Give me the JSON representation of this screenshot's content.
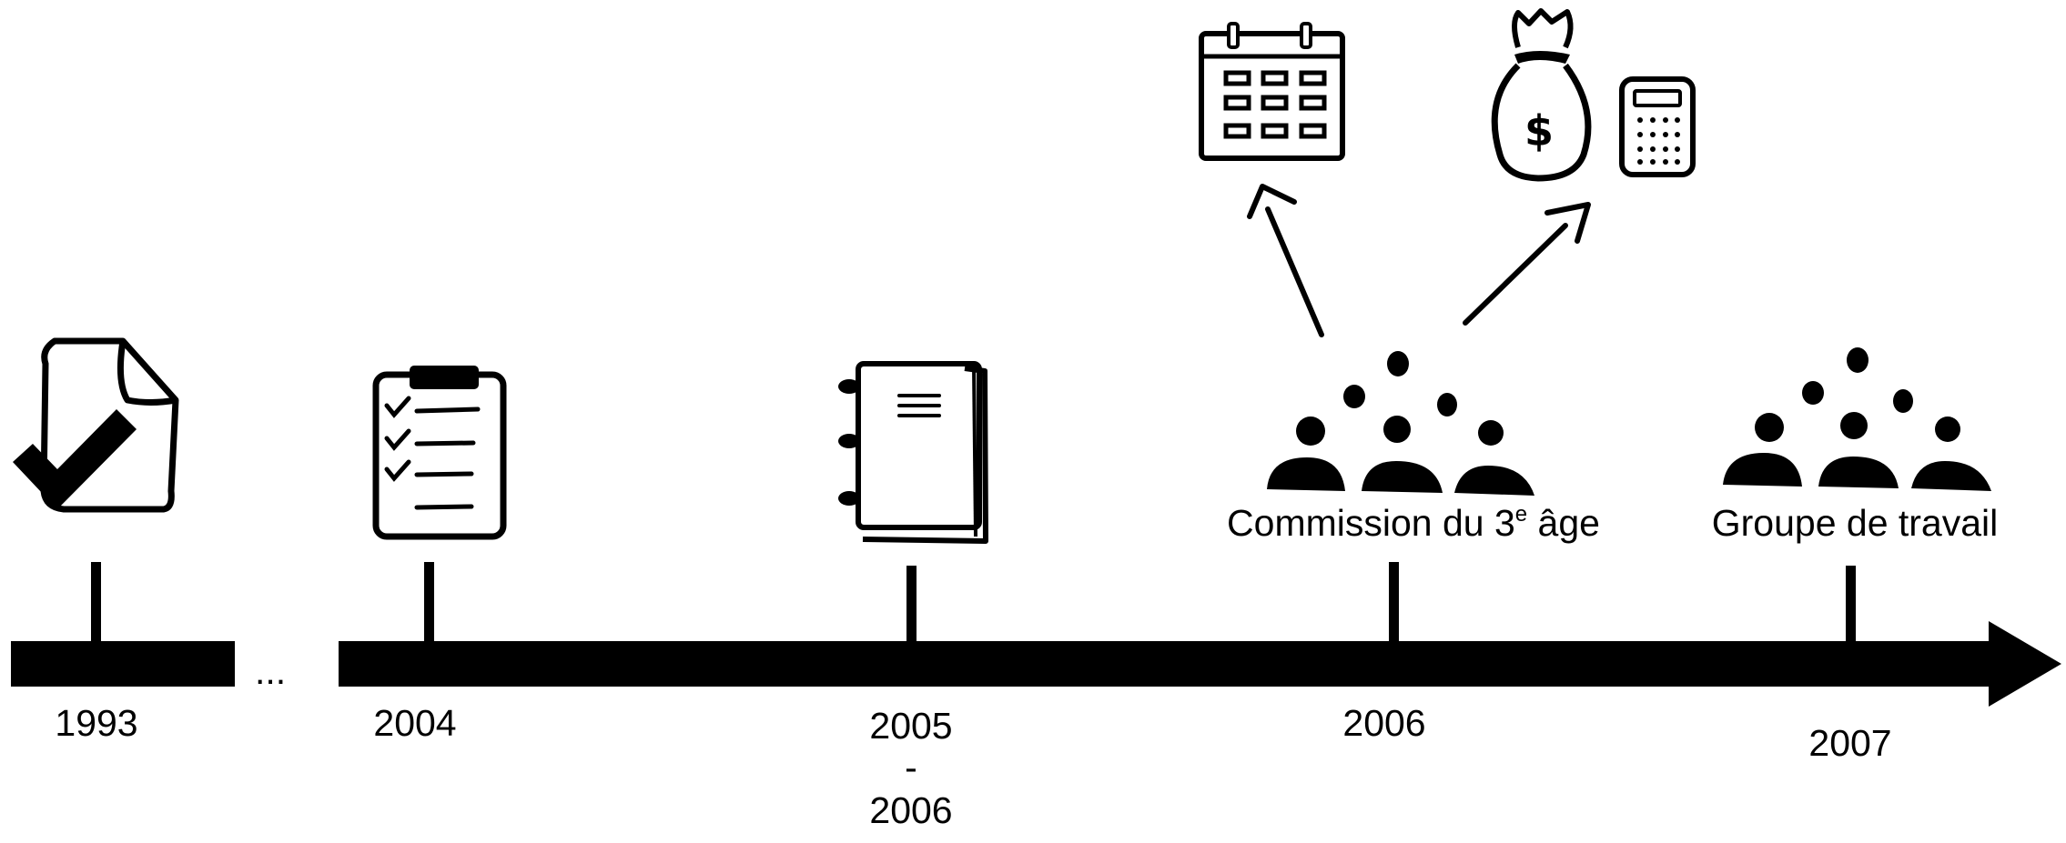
{
  "timeline": {
    "ellipsis": "...",
    "events": [
      {
        "id": "e1993",
        "year": "1993",
        "icon": "signed-document-icon",
        "label": ""
      },
      {
        "id": "e2004",
        "year": "2004",
        "icon": "checklist-clipboard-icon",
        "label": ""
      },
      {
        "id": "e2005",
        "year_start": "2005",
        "year_sep": "-",
        "year_end": "2006",
        "icon": "notebook-icon",
        "label": ""
      },
      {
        "id": "e2006",
        "year": "2006",
        "icon": "people-group-icon",
        "label_main": "Commission du 3",
        "label_sup": "e",
        "label_rest": " âge"
      },
      {
        "id": "e2007",
        "year": "2007",
        "icon": "people-group-icon",
        "label": "Groupe de travail"
      }
    ],
    "branch_icons": [
      "calendar-icon",
      "money-bag-icon",
      "calculator-icon"
    ],
    "colors": {
      "ink": "#000000",
      "background": "#ffffff"
    }
  }
}
